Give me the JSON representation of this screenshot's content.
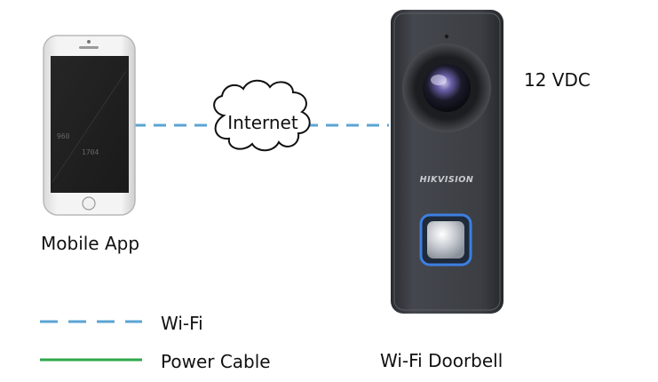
{
  "diagram": {
    "phone": {
      "label": "Mobile App",
      "screen_text_1": "960",
      "screen_text_2": "1704"
    },
    "cloud": {
      "label": "Internet"
    },
    "doorbell": {
      "label": "Wi-Fi Doorbell",
      "brand": "HIKVISION",
      "voltage": "12 VDC"
    },
    "legend": {
      "wifi_label": "Wi-Fi",
      "power_label": "Power Cable"
    },
    "colors": {
      "wifi_line": "#5ba4d4",
      "power_line": "#2ea84a",
      "doorbell_body": "#3a3d42",
      "button_ring": "#3d7fe0"
    }
  }
}
